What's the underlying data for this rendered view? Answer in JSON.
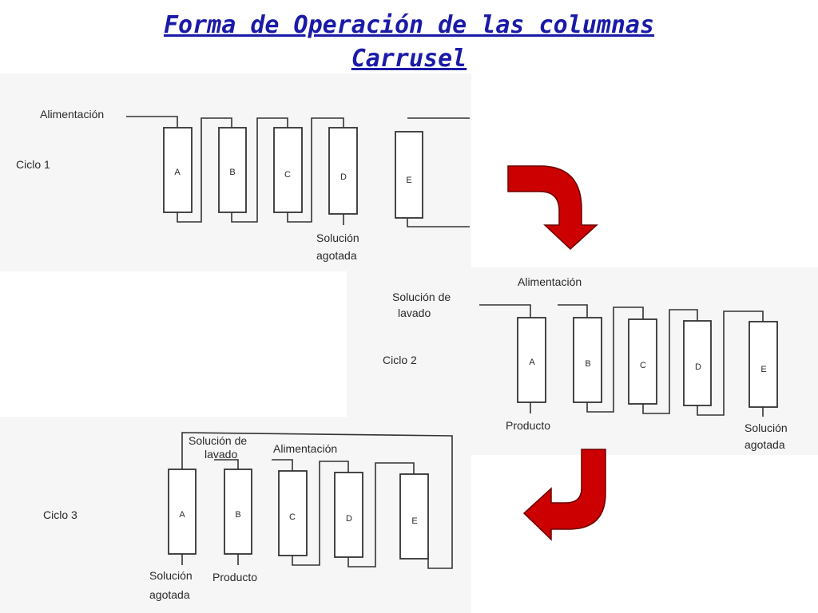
{
  "title": {
    "line1": "Forma de Operación de las columnas",
    "line2": "Carrusel"
  },
  "colors": {
    "title": "#1a1aa8",
    "arrow": "#cc0000"
  },
  "cycle1": {
    "label": "Ciclo 1",
    "feed": "Alimentación",
    "columns": [
      "A",
      "B",
      "C",
      "D",
      "E"
    ],
    "spent_line1": "Solución",
    "spent_line2": "agotada"
  },
  "cycle2": {
    "label": "Ciclo 2",
    "feed": "Alimentación",
    "wash_line1": "Solución de",
    "wash_line2": "lavado",
    "columns": [
      "A",
      "B",
      "C",
      "D",
      "E"
    ],
    "product": "Producto",
    "spent_line1": "Solución",
    "spent_line2": "agotada"
  },
  "cycle3": {
    "label": "Ciclo 3",
    "feed": "Alimentación",
    "wash_line1": "Solución de",
    "wash_line2": "lavado",
    "columns": [
      "A",
      "B",
      "C",
      "D",
      "E"
    ],
    "product": "Producto",
    "spent_line1": "Solución",
    "spent_line2": "agotada"
  },
  "icons": {
    "arrow1": "curved-arrow-down-icon",
    "arrow2": "curved-arrow-left-icon"
  }
}
